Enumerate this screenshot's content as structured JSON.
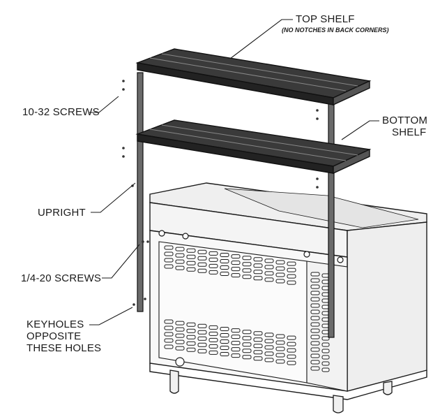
{
  "labels": {
    "top_shelf": "TOP SHELF",
    "top_shelf_note": "(NO NOTCHES IN BACK CORNERS)",
    "screws_10_32": "10-32 SCREWS",
    "bottom_shelf_line1": "BOTTOM",
    "bottom_shelf_line2": "SHELF",
    "upright": "UPRIGHT",
    "screws_1_4_20": "1/4-20 SCREWS",
    "keyholes_line1": "KEYHOLES",
    "keyholes_line2": "OPPOSITE",
    "keyholes_line3": "THESE HOLES"
  },
  "colors": {
    "shelf_fill": "#3a3a3a",
    "shelf_edge": "#111111",
    "line": "#1a1a1a",
    "cabinet_fill": "#f4f4f4",
    "cabinet_shadow": "#d8d8d8"
  }
}
